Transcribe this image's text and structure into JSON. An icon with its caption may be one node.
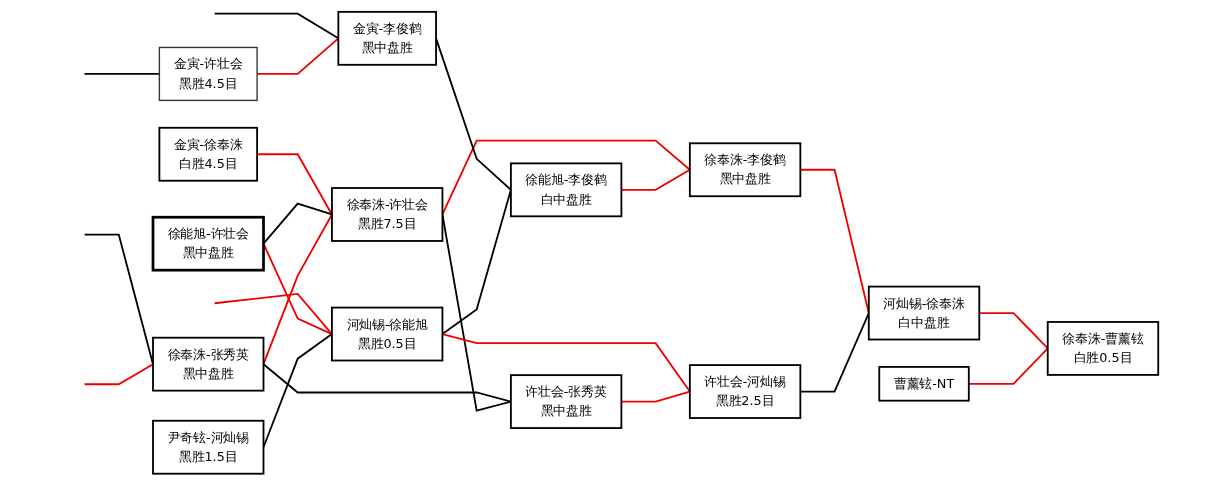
{
  "diagram": {
    "nodes": [
      {
        "text": [
          "金寅-徐奉洙",
          "白胜4.5目"
        ]
      },
      {
        "text": [
          "徐能旭-许壮会",
          "黑中盘胜"
        ]
      },
      {
        "text": [
          "金寅-许壮会",
          "黑胜4.5目"
        ]
      },
      {
        "text": [
          "尹奇铉-河灿锡",
          "黑胜1.5目"
        ]
      },
      {
        "text": [
          "徐奉洙-张秀英",
          "黑中盘胜"
        ]
      },
      {
        "text": [
          "徐奉洙-许壮会",
          "黑胜7.5目"
        ]
      },
      {
        "text": [
          "金寅-李俊鹤",
          "黑中盘胜"
        ]
      },
      {
        "text": [
          "河灿锡-徐能旭",
          "黑胜0.5目"
        ]
      },
      {
        "text": [
          "徐能旭-李俊鹤",
          "白中盘胜"
        ]
      },
      {
        "text": [
          "许壮会-张秀英",
          "黑中盘胜"
        ]
      },
      {
        "text": [
          "徐奉洙-李俊鹤",
          "黑中盘胜"
        ]
      },
      {
        "text": [
          "许壮会-河灿锡",
          "黑胜2.5目"
        ]
      },
      {
        "text": [
          "曹薰铉-NT"
        ]
      },
      {
        "text": [
          "河灿锡-徐奉洙",
          "白中盘胜"
        ]
      },
      {
        "text": [
          "徐奉洙-曹薰铉",
          "白胜0.5目"
        ]
      }
    ],
    "edges": [
      {
        "from": null,
        "to": 2,
        "arrow": "none",
        "color": "#000000"
      },
      {
        "from": null,
        "to": 6,
        "arrow": "none",
        "color": "#000000"
      },
      {
        "from": null,
        "to": 7,
        "arrow": "none"
      },
      {
        "from": null,
        "to": 4,
        "arrow": "none",
        "color": "#000000"
      },
      {
        "from": null,
        "to": 4,
        "arrow": "none"
      },
      {
        "from": 0,
        "to": 5,
        "arrow": "none"
      },
      {
        "from": 1,
        "to": 5,
        "arrow": "none",
        "color": "#000000"
      },
      {
        "from": 1,
        "to": 7,
        "arrow": "none"
      },
      {
        "from": 2,
        "to": 6,
        "arrow": "none"
      },
      {
        "from": 3,
        "to": 7,
        "arrow": "none",
        "color": "#000000"
      },
      {
        "from": 4,
        "to": 5,
        "arrow": "none"
      },
      {
        "from": 4,
        "to": 9,
        "arrow": "none",
        "color": "#000000"
      },
      {
        "from": 5,
        "to": 10,
        "arrow": "none"
      },
      {
        "from": 5,
        "to": 9,
        "arrow": "none",
        "color": "#000000"
      },
      {
        "from": 6,
        "to": 8,
        "arrow": "none",
        "color": "#000000"
      },
      {
        "from": 7,
        "to": 8,
        "arrow": "none",
        "color": "#000000"
      },
      {
        "from": 7,
        "to": 11,
        "arrow": "none"
      },
      {
        "from": 8,
        "to": 10,
        "arrow": "none"
      },
      {
        "from": 9,
        "to": 11,
        "arrow": "none"
      },
      {
        "from": 10,
        "to": 13,
        "arrow": "none"
      },
      {
        "from": 11,
        "to": 13,
        "arrow": "none",
        "color": "#000000"
      },
      {
        "from": 13,
        "to": 14,
        "arrow": "none"
      },
      {
        "from": 12,
        "to": 14,
        "arrow": "none"
      }
    ]
  }
}
